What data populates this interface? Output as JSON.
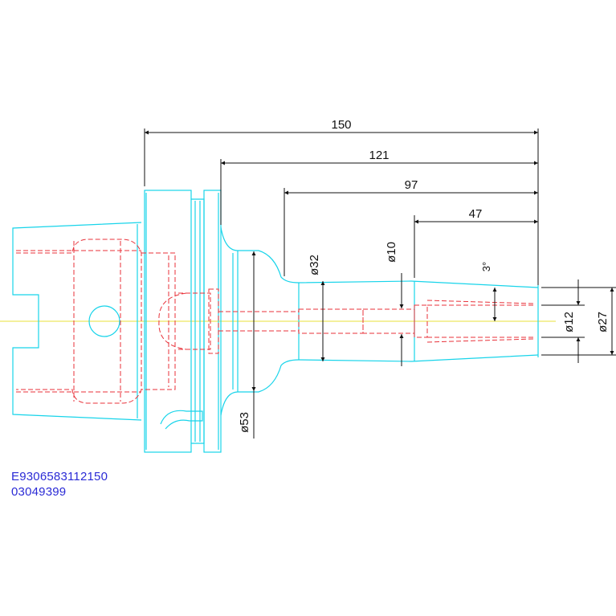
{
  "drawing": {
    "dimensions": {
      "overall_length": "150",
      "length_121": "121",
      "length_97": "97",
      "length_47": "47",
      "dia_32": "ø32",
      "dia_10": "ø10",
      "dia_53": "ø53",
      "dia_12": "ø12",
      "dia_27": "ø27",
      "taper_angle": "3°"
    },
    "part_numbers": {
      "line1": "E9306583112150",
      "line2": "03049399"
    },
    "colors": {
      "outline": "#18d4ea",
      "hidden_lines": "#e8323a",
      "centerline": "#e8e23a",
      "dimension": "#111111",
      "part_number": "#2b2bd6"
    }
  }
}
